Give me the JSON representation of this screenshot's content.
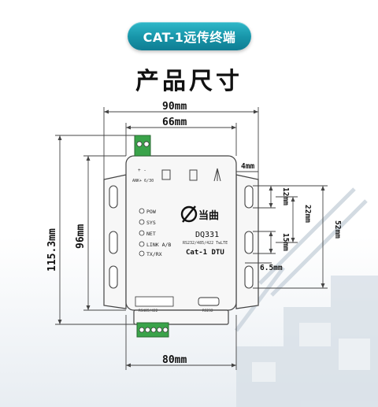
{
  "banner": {
    "title": "CAT-1远传终端"
  },
  "heading": {
    "title": "产品尺寸"
  },
  "dimensions": {
    "overall_width": "90mm",
    "inner_width": "66mm",
    "base_width": "80mm",
    "overall_height": "115.3mm",
    "body_height": "96mm",
    "tab_offset": "4mm",
    "slot_length": "12mm",
    "slot_pitch": "22mm",
    "slot_gap": "15mm",
    "slot_width": "6.5mm",
    "mount_spacing": "52mm"
  },
  "device": {
    "top_labels": {
      "left": "+   -",
      "right": "ANK+ 6/30"
    },
    "leds": [
      "POW",
      "SYS",
      "NET",
      "LINK A/B",
      "TX/RX"
    ],
    "brand": "当曲",
    "model": "DQ331",
    "spec": "RS232/485/422 TwLTE",
    "product": "Cat-1 DTU",
    "bottom_left_label": "RS485/422",
    "bottom_right_label": "RS232"
  },
  "colors": {
    "banner": "#1794a8",
    "line": "#444444",
    "device_fill": "#f7f7f7"
  }
}
